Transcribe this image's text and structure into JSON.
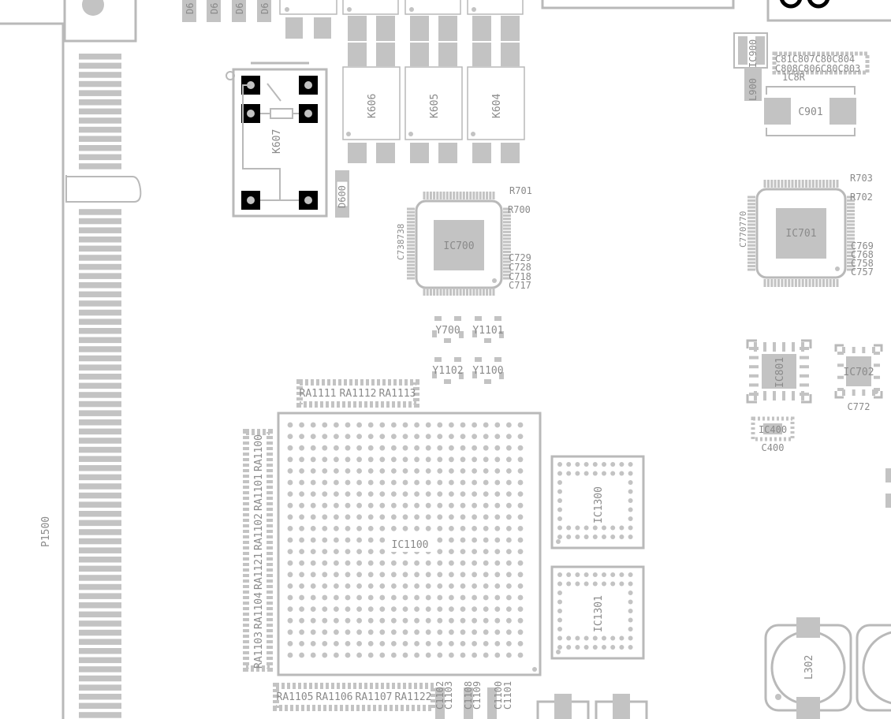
{
  "colors": {
    "outline": "#b9b9b9",
    "pad": "#c3c3c3",
    "dot": "#c3c3c3",
    "text": "#8a8a8a",
    "black_pad": "#000000",
    "background": "#ffffff"
  },
  "connector": {
    "designator": "P1500"
  },
  "relays": [
    {
      "id": "K607",
      "label": "K607"
    },
    {
      "id": "K606",
      "label": "K606"
    },
    {
      "id": "K605",
      "label": "K605"
    },
    {
      "id": "K604",
      "label": "K604"
    }
  ],
  "top_diodes": [
    "D6",
    "D6",
    "D6",
    "D6"
  ],
  "diode": {
    "label": "D600"
  },
  "ics": {
    "ic700": "IC700",
    "ic701": "IC701",
    "ic801": "IC801",
    "ic702": "IC702",
    "ic400": "IC400",
    "ic900": "IC900",
    "ic1100": "IC1100",
    "ic1300": "IC1300",
    "ic1301": "IC1301"
  },
  "passives": {
    "c901": "C901",
    "l900": "L900",
    "l302": "L302",
    "c400": "C400",
    "c772": "C772",
    "r700": "R700",
    "r701": "R701",
    "r702": "R702",
    "r703": "R703",
    "c738": "C738738",
    "c770": "C770770"
  },
  "cap_groups": {
    "ic700_right": [
      "C729",
      "C728",
      "C718",
      "C717"
    ],
    "ic701_right": [
      "C769",
      "C768",
      "C758",
      "C757"
    ],
    "top_right_row1": "C81C807C80C804",
    "top_right_row2": "C808C806C80C803",
    "top_right_row3": "1C8R"
  },
  "crystals": [
    "Y700",
    "Y1101",
    "Y1102",
    "Y1100"
  ],
  "resistor_arrays": {
    "top": [
      "RA1111",
      "RA1112",
      "RA1113"
    ],
    "left": [
      "RA1100",
      "RA1101",
      "RA1102",
      "RA1121",
      "RA1104",
      "RA1103"
    ],
    "bottom": [
      "RA1105",
      "RA1106",
      "RA1107",
      "RA1122"
    ]
  },
  "bottom_caps": [
    "C1102",
    "C1103",
    "C1108",
    "C1109",
    "C1100",
    "C1101"
  ]
}
